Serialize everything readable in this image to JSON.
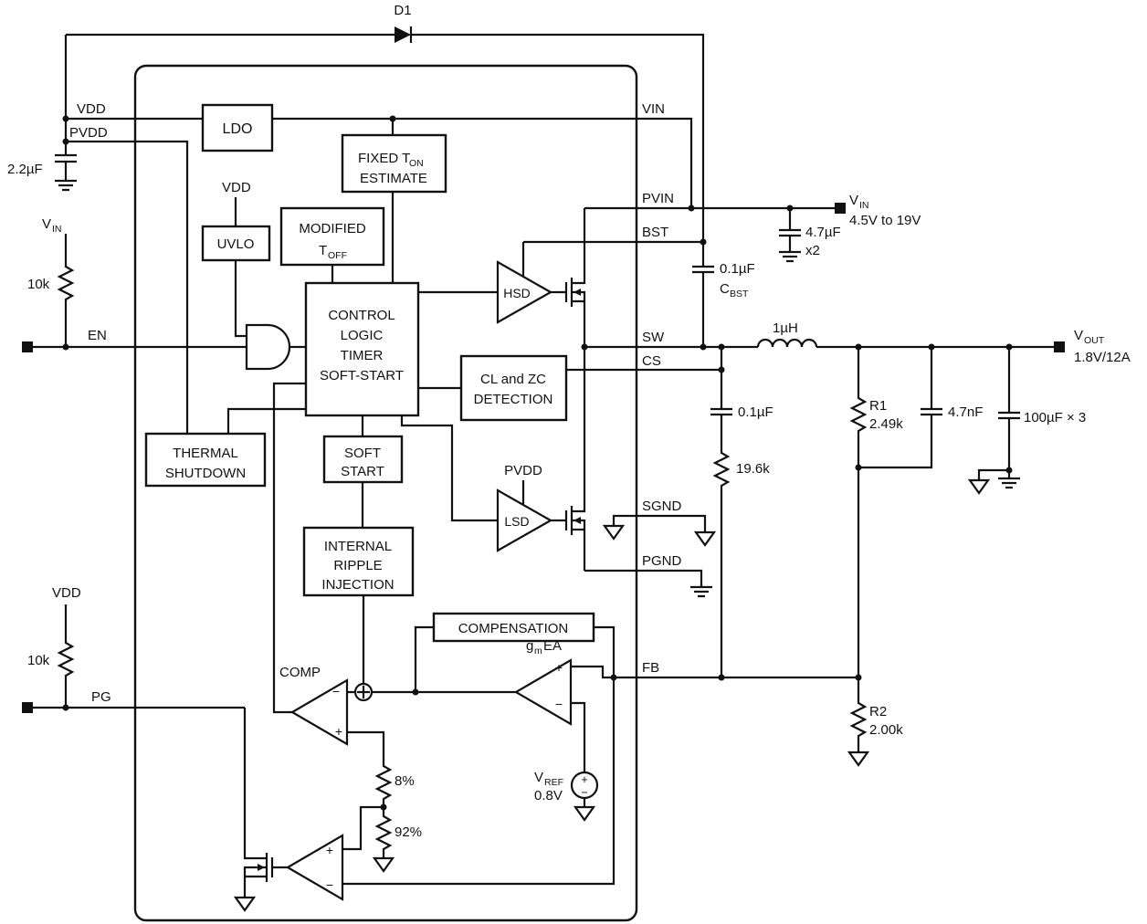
{
  "labels": {
    "d1": "D1",
    "vdd_rail": "VDD",
    "pvdd_rail": "PVDD",
    "cap_2u2": "2.2µF",
    "vin_left_v": "V",
    "vin_left_sub": "IN",
    "r10k_top": "10k",
    "en": "EN",
    "vdd_uvlo": "VDD",
    "vdd_pg": "VDD",
    "r10k_bot": "10k",
    "pg": "PG"
  },
  "blocks": {
    "ldo": "LDO",
    "uvlo": "UVLO",
    "fixed_ton_line1": "FIXED T",
    "fixed_ton_sub": "ON",
    "fixed_ton_line2": "ESTIMATE",
    "toff_line1": "MODIFIED",
    "toff_line2": "T",
    "toff_sub": "OFF",
    "ctrl_line1": "CONTROL",
    "ctrl_line2": "LOGIC",
    "ctrl_line3": "TIMER",
    "ctrl_line4": "SOFT-START",
    "thermal_line1": "THERMAL",
    "thermal_line2": "SHUTDOWN",
    "soft_line1": "SOFT",
    "soft_line2": "START",
    "clzc_line1": "CL and ZC",
    "clzc_line2": "DETECTION",
    "ripple_line1": "INTERNAL",
    "ripple_line2": "RIPPLE",
    "ripple_line3": "INJECTION",
    "compensation": "COMPENSATION"
  },
  "drivers": {
    "hsd": "HSD",
    "lsd": "LSD",
    "pvdd": "PVDD"
  },
  "analog": {
    "comp": "COMP",
    "gm_g": "g",
    "gm_m": "m",
    "gm_ea": "EA",
    "vref_v": "V",
    "vref_sub": "REF",
    "vref_val": "0.8V",
    "pct8": "8%",
    "pct92": "92%",
    "plus": "+",
    "minus": "−"
  },
  "pins": {
    "vin": "VIN",
    "pvin": "PVIN",
    "bst": "BST",
    "sw": "SW",
    "cs": "CS",
    "sgnd": "SGND",
    "pgnd": "PGND",
    "fb": "FB"
  },
  "external": {
    "vin_v": "V",
    "vin_sub": "IN",
    "vin_range": "4.5V to 19V",
    "c4u7": "4.7µF",
    "c4u7_qty": "x2",
    "cbst_val": "0.1µF",
    "cbst_c": "C",
    "cbst_sub": "BST",
    "inductor": "1µH",
    "vout_v": "V",
    "vout_sub": "OUT",
    "vout_rating": "1.8V/12A",
    "c01": "0.1µF",
    "r19k6": "19.6k",
    "r1": "R1",
    "r1_val": "2.49k",
    "c4n7": "4.7nF",
    "cout": "100µF × 3",
    "r2": "R2",
    "r2_val": "2.00k"
  }
}
